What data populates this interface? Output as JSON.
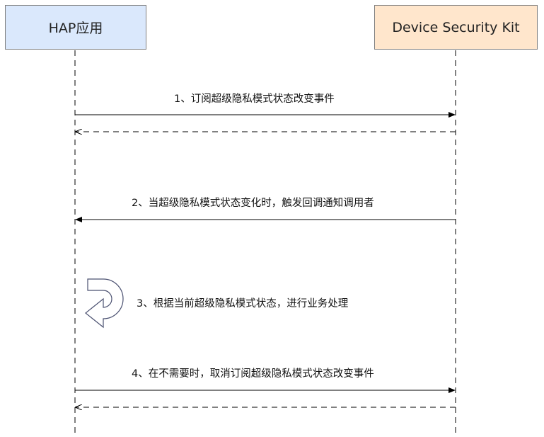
{
  "participants": [
    {
      "name": "HAP应用",
      "color": "#dae8fc"
    },
    {
      "name": "Device Security Kit",
      "color": "#ffe6cc"
    }
  ],
  "messages": [
    {
      "label": "1、订阅超级隐私模式状态改变事件",
      "from": "HAP应用",
      "to": "Device Security Kit",
      "style": "solid",
      "reply": true
    },
    {
      "label": "2、当超级隐私模式状态变化时，触发回调通知调用者",
      "from": "Device Security Kit",
      "to": "HAP应用",
      "style": "solid",
      "reply": false
    },
    {
      "label": "3、根据当前超级隐私模式状态，进行业务处理",
      "from": "HAP应用",
      "to": "HAP应用",
      "style": "self",
      "reply": false
    },
    {
      "label": "4、在不需要时，取消订阅超级隐私模式状态改变事件",
      "from": "HAP应用",
      "to": "Device Security Kit",
      "style": "solid",
      "reply": true
    }
  ]
}
